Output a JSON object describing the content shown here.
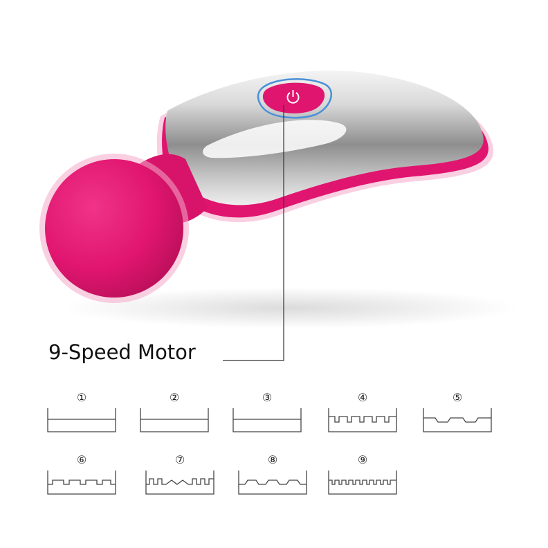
{
  "headline": "9-Speed Motor",
  "accent_color": "#e0156f",
  "power_button_icon": "power-icon",
  "patterns": [
    {
      "label": "①"
    },
    {
      "label": "②"
    },
    {
      "label": "③"
    },
    {
      "label": "④"
    },
    {
      "label": "⑤"
    },
    {
      "label": "⑥"
    },
    {
      "label": "⑦"
    },
    {
      "label": "⑧"
    },
    {
      "label": "⑨"
    }
  ]
}
